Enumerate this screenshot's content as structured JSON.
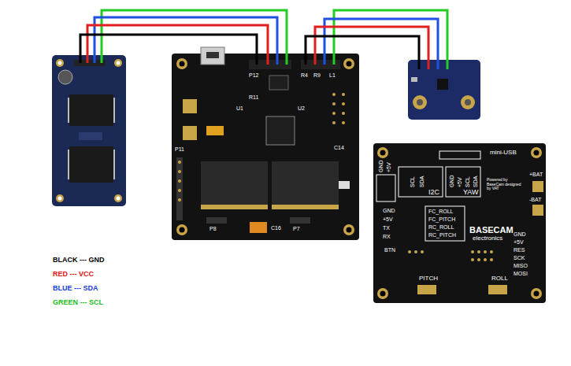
{
  "diagram": {
    "labels": [
      "BLACK --- GND",
      "RED --- VCC",
      "BLUE --- SDA",
      "GREEN --- SCL",
      "P12",
      "R11",
      "U1",
      "U2",
      "P11",
      "C16",
      "P8",
      "P7",
      "C14",
      "R4",
      "R9",
      "L1",
      "GND",
      "+5V",
      "SCL",
      "SDA",
      "I2C",
      "GND",
      "+5V",
      "SCL",
      "SDA",
      "YAW",
      "mini-USB",
      "+BAT",
      "-BAT",
      "GND",
      "+5V",
      "TX",
      "RX",
      "FC_ROLL",
      "FC_PITCH",
      "RC_ROLL",
      "RC_PITCH",
      "BASECAM",
      "electronics",
      "Powered by BaseCam designed by VAT",
      "BTN",
      "PITCH",
      "ROLL",
      "GND",
      "+5V",
      "RES",
      "SCK",
      "MISO",
      "MOSI"
    ]
  }
}
